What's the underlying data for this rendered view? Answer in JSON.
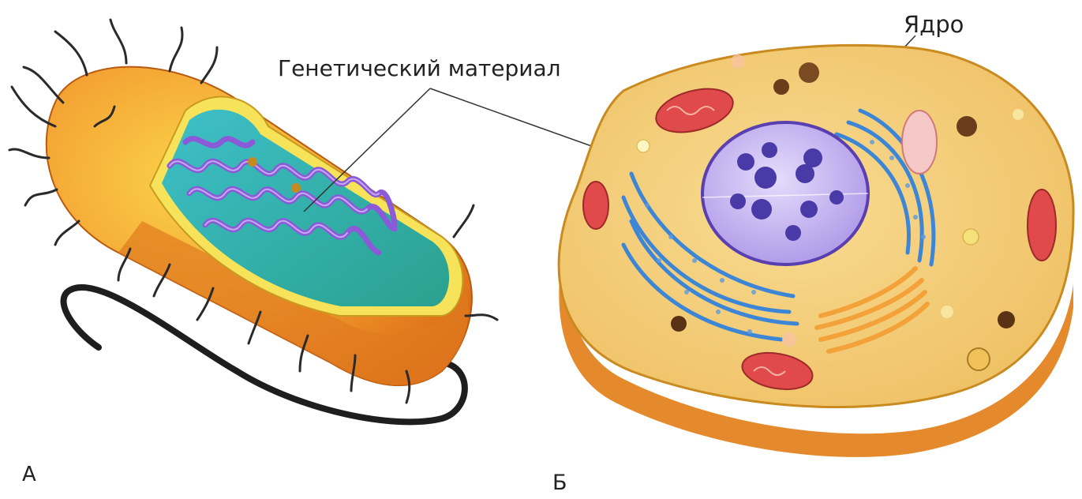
{
  "labels": {
    "genetic_material": "Генетический материал",
    "nucleus": "Ядро",
    "panel_a": "А",
    "panel_b": "Б"
  },
  "colors": {
    "bacterium_outer": "#f29a2e",
    "bacterium_wall": "#f7e35a",
    "bacterium_cytoplasm": "#37b6b0",
    "nucleoid": "#8a5ad8",
    "flagellum": "#1e1e1e",
    "animal_cytoplasm": "#f5cf7a",
    "animal_side": "#e58a2c",
    "nucleus_fill": "#c9b8ef",
    "er": "#3d86d6",
    "mitochondria": "#e04a4a",
    "golgi": "#f3a23a"
  },
  "icons": [
    "bacterial-cell-icon",
    "animal-cell-icon"
  ]
}
